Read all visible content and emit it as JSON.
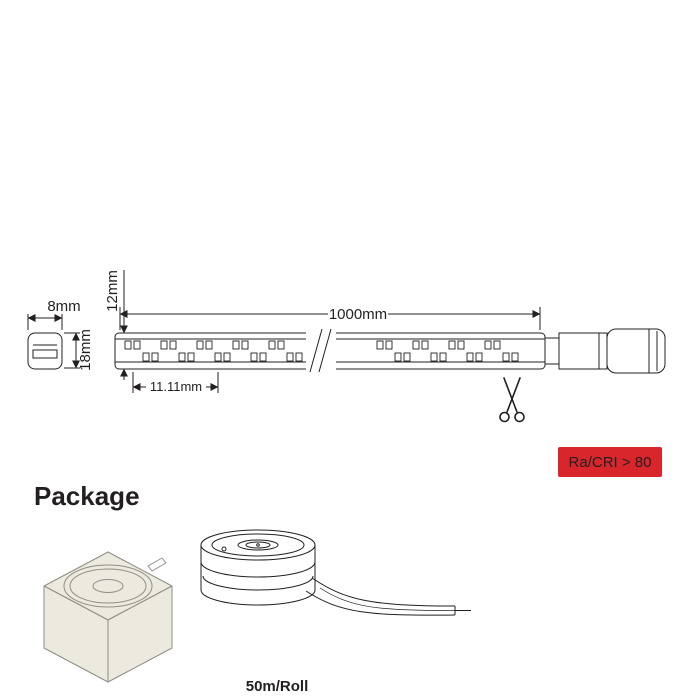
{
  "colors": {
    "line": "#231f20",
    "badge_bg": "#d8262c",
    "badge_text": "#ffffff",
    "box_fill": "#ece9df",
    "box_stroke": "#8f8d85"
  },
  "dimensions": {
    "tube_width": "8mm",
    "tube_height": "18mm",
    "strip_height": "12mm",
    "strip_length": "1000mm",
    "cut_pitch": "11.11mm"
  },
  "badge": {
    "label": "Ra/CRI > 80"
  },
  "package": {
    "title": "Package",
    "roll_label": "50m/Roll"
  }
}
